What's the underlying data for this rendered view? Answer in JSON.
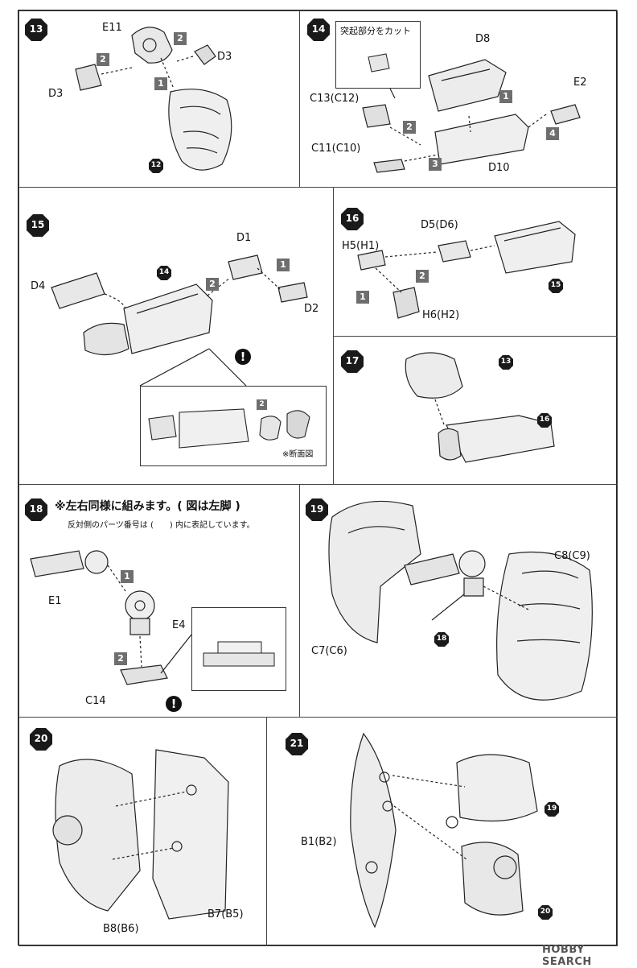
{
  "steps": {
    "s13": {
      "number": "13",
      "parts": {
        "e11": "E11",
        "d3a": "D3",
        "d3b": "D3"
      },
      "order": [
        "1",
        "2",
        "2"
      ],
      "ref": "12"
    },
    "s14": {
      "number": "14",
      "note": "突起部分をカット",
      "parts": {
        "d8": "D8",
        "e2": "E2",
        "c13": "C13(C12)",
        "c11": "C11(C10)",
        "d10": "D10"
      },
      "order": [
        "1",
        "2",
        "3",
        "4"
      ]
    },
    "s15": {
      "number": "15",
      "parts": {
        "d1": "D1",
        "d4": "D4",
        "d2": "D2"
      },
      "order": [
        "1",
        "2",
        "2"
      ],
      "ref": "14",
      "section_note": "※断面図"
    },
    "s16": {
      "number": "16",
      "parts": {
        "d5": "D5(D6)",
        "h5": "H5(H1)",
        "h6": "H6(H2)"
      },
      "order": [
        "1",
        "2"
      ],
      "ref": "15"
    },
    "s17": {
      "number": "17",
      "refs": [
        "13",
        "16"
      ]
    },
    "s18": {
      "number": "18",
      "title": "※左右同様に組みます。( 図は左脚 )",
      "subtitle": "反対側のパーツ番号は (　　) 内に表記しています。",
      "parts": {
        "e1": "E1",
        "e4": "E4",
        "c14": "C14"
      },
      "order": [
        "1",
        "2"
      ]
    },
    "s19": {
      "number": "19",
      "parts": {
        "c8": "C8(C9)",
        "c7": "C7(C6)"
      },
      "ref": "18"
    },
    "s20": {
      "number": "20",
      "parts": {
        "b8": "B8(B6)",
        "b7": "B7(B5)"
      }
    },
    "s21": {
      "number": "21",
      "parts": {
        "b1": "B1(B2)"
      },
      "refs": [
        "19",
        "20"
      ]
    }
  },
  "watermark": "HOBBY SEARCH",
  "colors": {
    "badge": "#1a1a1a",
    "order_box": "#6e6e6e",
    "line": "#222222",
    "frame": "#444444"
  },
  "icons": {
    "step_badge": "octagon-badge-icon",
    "warning": "exclamation-icon",
    "glue": "mark-icon"
  }
}
